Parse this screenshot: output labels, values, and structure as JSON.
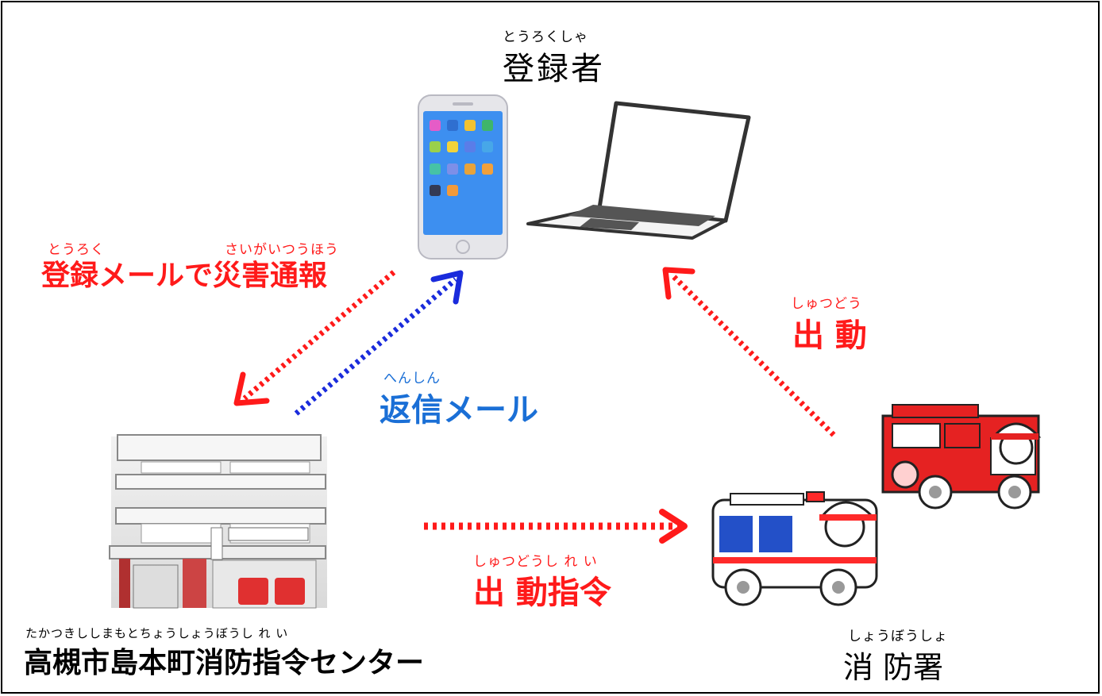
{
  "registrant": {
    "ruby": "とうろくしゃ",
    "label": "登録者"
  },
  "report": {
    "ruby1": "とうろく",
    "ruby2": "さいがいつうほう",
    "label": "登録メールで災害通報",
    "color": "#ff1a1a"
  },
  "reply": {
    "ruby": "へんしん",
    "label": "返信メール",
    "color": "#1a6fd6"
  },
  "dispatch": {
    "ruby": "しゅつどう",
    "label": "出 動",
    "color": "#ff1a1a"
  },
  "dispatch_order": {
    "ruby": "しゅつどうし れ い",
    "label": "出 動指令",
    "color": "#ff1a1a"
  },
  "center": {
    "ruby": "たかつきししまもとちょうしょうぼうし れ い",
    "label": "高槻市島本町消防指令センター"
  },
  "station": {
    "ruby": "しょうぼうしょ",
    "label": "消 防署"
  },
  "icons": [
    "smartphone-icon",
    "laptop-icon",
    "fire-command-center-building",
    "ambulance-icon",
    "fire-engine-icon"
  ]
}
